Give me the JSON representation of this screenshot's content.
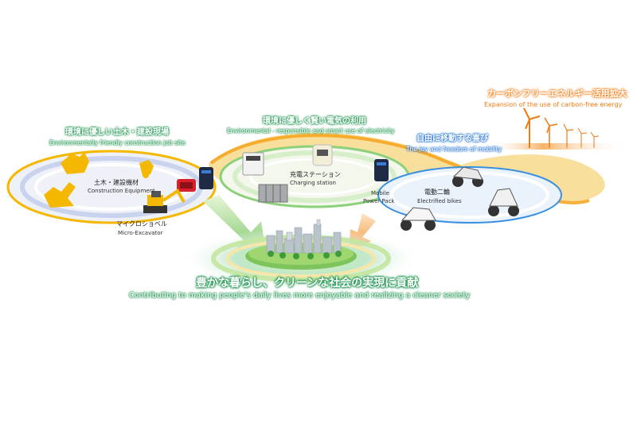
{
  "construction": {
    "jp_title": "環境に優しい土木・建設現場",
    "en_title": "Environmentally friendly construction job site",
    "equipment_jp": "土木・建設機材",
    "equipment_en": "Construction Equipment",
    "excavator_jp": "マイクロショベル",
    "excavator_en": "Micro-Excavator"
  },
  "electricity": {
    "jp_title": "環境に優しく賢い電気の利用",
    "en_title": "Environmental - responsible and smart use of electricity",
    "station_jp": "充電ステーション",
    "station_en": "Charging station",
    "power_pack_line1": "Mobile",
    "power_pack_line2": "Power Pack"
  },
  "mobility": {
    "jp_title": "自由に移動する喜び",
    "en_title": "The joy and freedom of mobility",
    "bikes_jp": "電動二輪",
    "bikes_en": "Electrified bikes"
  },
  "energy": {
    "jp_title": "カーボンフリーエネルギー活用拡大",
    "en_title": "Expansion of the use of carbon-free energy"
  },
  "society": {
    "jp_title": "豊かな暮らし、クリーンな社会の実現に貢献",
    "en_title": "Contributing to making people's daily lives more enjoyable and realizing a cleaner society"
  },
  "colors": {
    "green": "#17904a",
    "blue": "#1c6ed1",
    "orange": "#f07a10",
    "construction_yellow": "#f5b800",
    "loop_light": "#f7d98a"
  }
}
